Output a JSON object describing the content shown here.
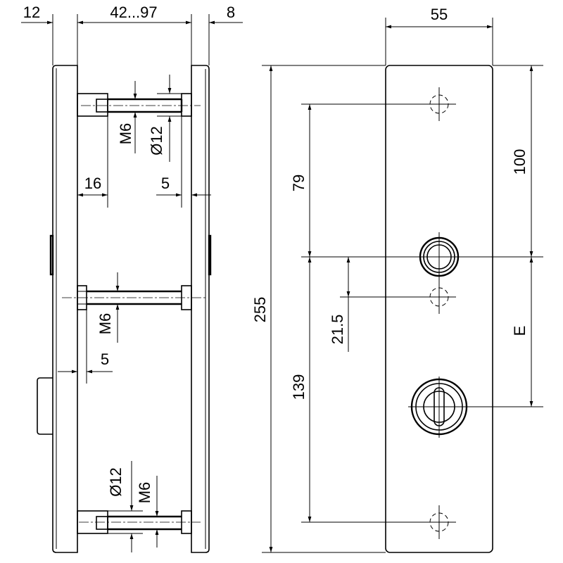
{
  "drawing": {
    "side_view": {
      "dims": {
        "rose_thickness_left": "12",
        "door_thickness": "42...97",
        "rose_thickness_right": "8",
        "screw_top_thread": "M6",
        "screw_top_diameter": "Ø12",
        "sleeve_length": "16",
        "nut_offset": "5",
        "screw_mid_thread": "M6",
        "head_offset": "5",
        "screw_bottom_diameter": "Ø12",
        "screw_bottom_thread": "M6"
      }
    },
    "front_view": {
      "dims": {
        "width": "55",
        "height": "255",
        "top_to_cylinder": "100",
        "cylinder_to_thumbturn": "E",
        "upper_hole_spacing": "79",
        "lower_hole_spacing": "139",
        "cylinder_to_center_hole": "21.5"
      }
    }
  }
}
